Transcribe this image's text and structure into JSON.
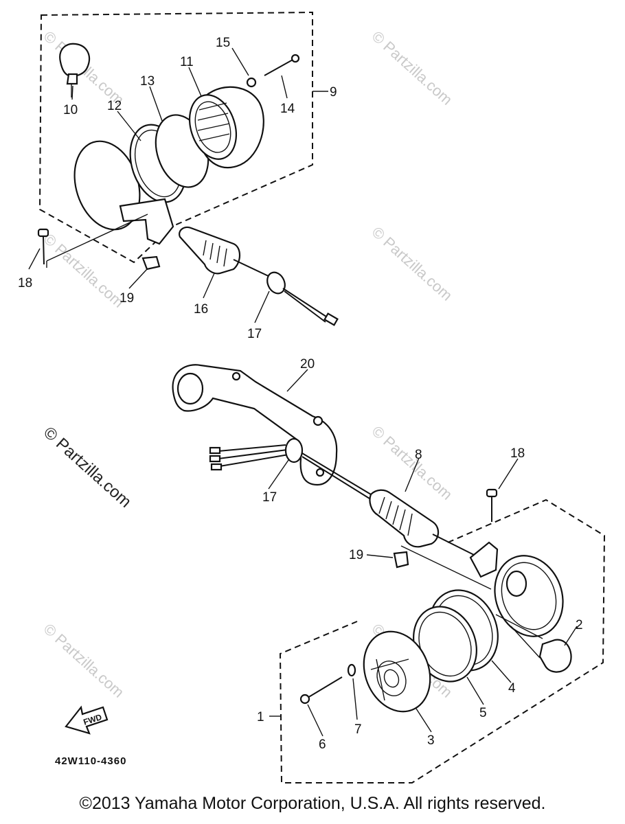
{
  "callouts": {
    "c1": "1",
    "c2": "2",
    "c3": "3",
    "c4": "4",
    "c5": "5",
    "c6": "6",
    "c7": "7",
    "c8": "8",
    "c9": "9",
    "c10": "10",
    "c11": "11",
    "c12": "12",
    "c13": "13",
    "c14": "14",
    "c15": "15",
    "c16": "16",
    "c17a": "17",
    "c17b": "17",
    "c18a": "18",
    "c18b": "18",
    "c19a": "19",
    "c19b": "19",
    "c20": "20"
  },
  "watermark": "© Partzilla.com",
  "fwd_label": "FWD",
  "diagram_code": "42W110-4360",
  "copyright": "©2013 Yamaha Motor Corporation, U.S.A. All rights reserved."
}
